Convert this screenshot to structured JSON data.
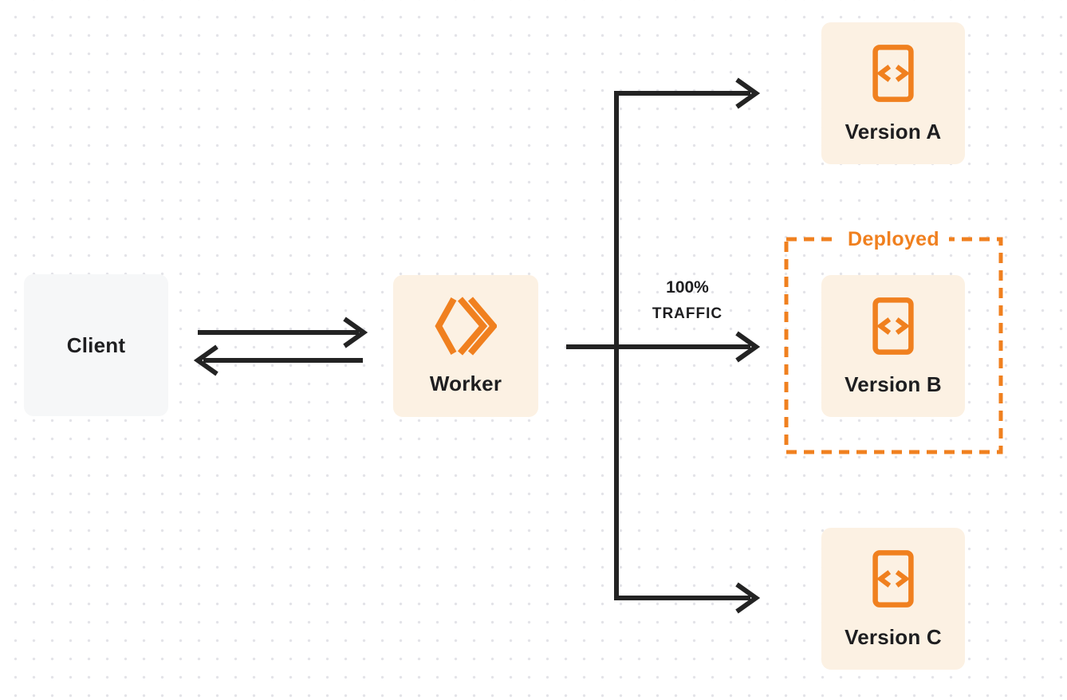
{
  "nodes": {
    "client": {
      "label": "Client"
    },
    "worker": {
      "label": "Worker",
      "icon": "workers-logo-icon"
    },
    "version_a": {
      "label": "Version A",
      "icon": "code-file-icon"
    },
    "version_b": {
      "label": "Version B",
      "icon": "code-file-icon"
    },
    "version_c": {
      "label": "Version C",
      "icon": "code-file-icon"
    }
  },
  "groups": {
    "deployed": {
      "label": "Deployed"
    }
  },
  "edge_labels": {
    "traffic": {
      "line1": "100%",
      "line2": "TRAFFIC"
    }
  },
  "colors": {
    "accent_orange": "#f0801f",
    "node_cream_bg": "#fcf1e3",
    "client_gray_bg": "#f6f7f8",
    "ink": "#232323",
    "dot_grid": "#e3e3e8"
  }
}
